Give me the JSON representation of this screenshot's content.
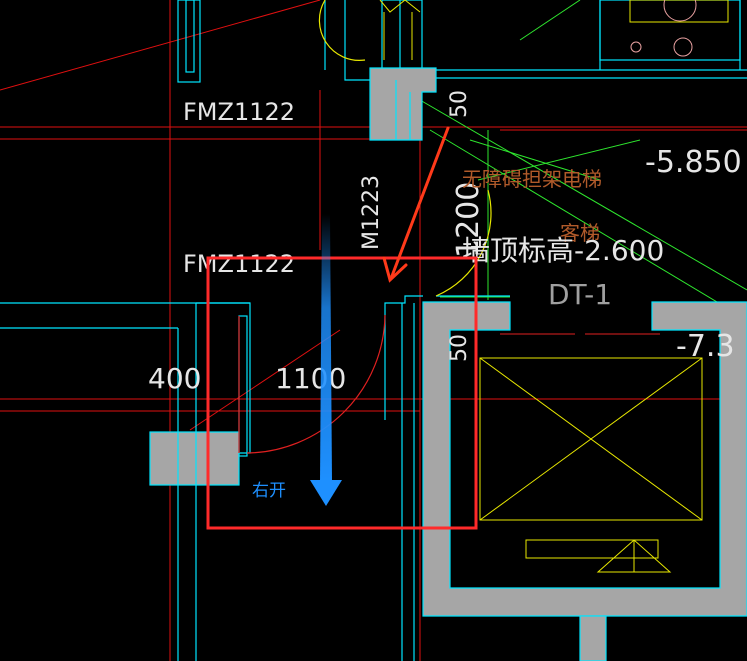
{
  "labels": {
    "door_fmz_top": "FMZ1122",
    "door_fmz_mid": "FMZ1122",
    "door_m1223": "M1223",
    "dim_50_top": "50",
    "dim_1200": "1200",
    "dim_50_right": "50",
    "dim_400": "400",
    "dim_1100": "1100",
    "elev_neg_5850": "-5.850",
    "elev_neg_7_3": "-7.3",
    "barrier_free_elevator": "无障碍担架电梯",
    "passenger_elevator": "客梯",
    "ceiling_elevation": "墙顶标高-2.600",
    "elevator_dt1": "DT-1",
    "annotation_right_open": "右开"
  },
  "colors": {
    "background": "#000000",
    "wall_fill": "#a6a6a6",
    "wall_outline": "#00e5ff",
    "axis_red": "#e01010",
    "door_arc": "#e02020",
    "elevator_yellow": "#e8e800",
    "diag_green": "#2ee62e",
    "highlight_box": "#ff2a2a",
    "pointer_arrow": "#ff3a1a",
    "annotation_blue": "#1e90ff"
  }
}
